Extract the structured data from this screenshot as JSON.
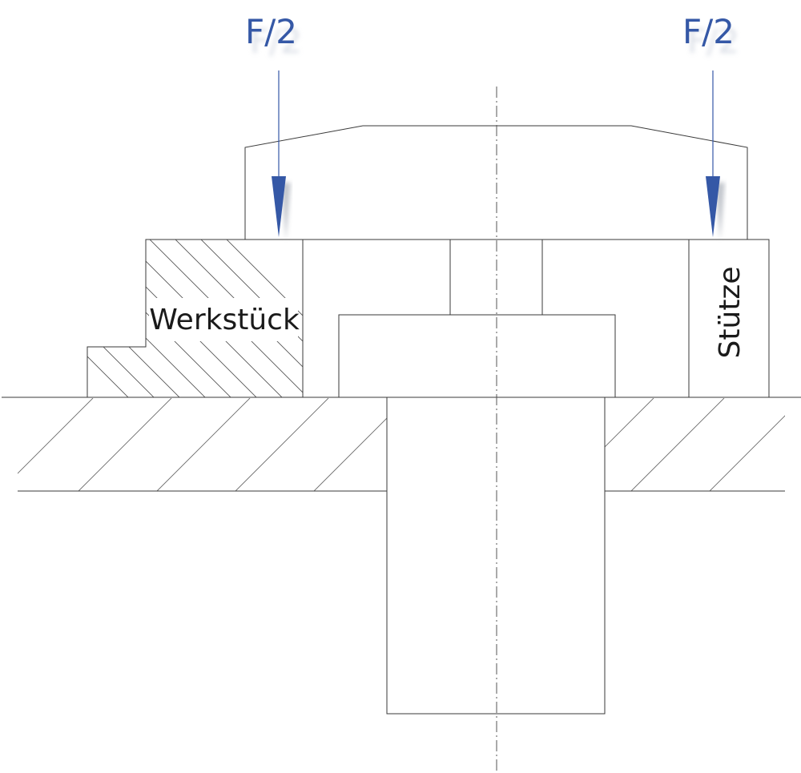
{
  "labels": {
    "force_left": "F/2",
    "force_right": "F/2",
    "workpiece": "Werkstück",
    "support": "Stütze"
  },
  "colors": {
    "force_arrow": "#3558a6",
    "outline": "#3a3a3a",
    "background": "#ffffff"
  }
}
